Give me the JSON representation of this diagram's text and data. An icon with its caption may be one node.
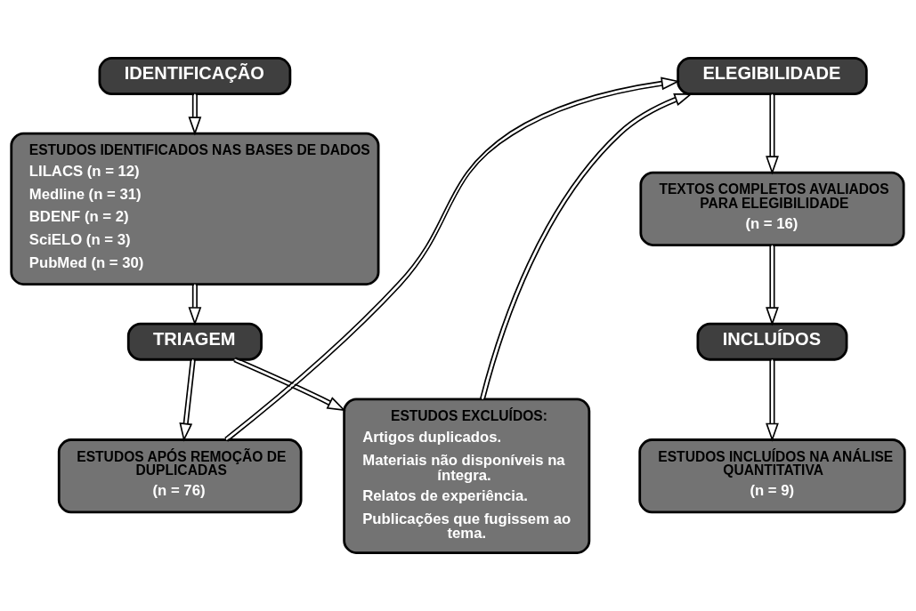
{
  "diagram": {
    "nodes": [
      {
        "text": [
          "IDENTIFICAÇÃO"
        ]
      },
      {
        "text": [
          "ESTUDOS IDENTIFICADOS NAS BASES DE DADOS",
          "LILACS (n = 12)",
          "Medline (n = 31)",
          "BDENF (n = 2)",
          "SciELO (n = 3)",
          "PubMed (n = 30)"
        ]
      },
      {
        "text": [
          "TRIAGEM"
        ]
      },
      {
        "text": [
          "ESTUDOS APÓS REMOÇÃO DE DUPLICADAS",
          "(n = 76)"
        ]
      },
      {
        "text": [
          "ESTUDOS EXCLUÍDOS:",
          "Artigos duplicados.",
          "Materiais não disponíveis na íntegra.",
          "Relatos de experiência.",
          "Publicações que fugissem ao tema."
        ]
      },
      {
        "text": [
          "ELEGIBILIDADE"
        ]
      },
      {
        "text": [
          "TEXTOS COMPLETOS AVALIADOS PARA ELEGIBILIDADE",
          "(n = 16)"
        ]
      },
      {
        "text": [
          "INCLUÍDOS"
        ]
      },
      {
        "text": [
          "ESTUDOS INCLUÍDOS NA ANÁLISE QUANTITATIVA",
          "(n = 9)"
        ]
      }
    ],
    "edges": [
      {
        "from": 0,
        "to": 1,
        "arrow": "to"
      },
      {
        "from": 1,
        "to": 2,
        "arrow": "to"
      },
      {
        "from": 2,
        "to": 3,
        "arrow": "to"
      },
      {
        "from": 2,
        "to": 4,
        "arrow": "to"
      },
      {
        "from": 3,
        "to": 5,
        "arrow": "to"
      },
      {
        "from": 4,
        "to": 5,
        "arrow": "to"
      },
      {
        "from": 5,
        "to": 6,
        "arrow": "to"
      },
      {
        "from": 6,
        "to": 7,
        "arrow": "to"
      },
      {
        "from": 7,
        "to": 8,
        "arrow": "to"
      }
    ]
  }
}
